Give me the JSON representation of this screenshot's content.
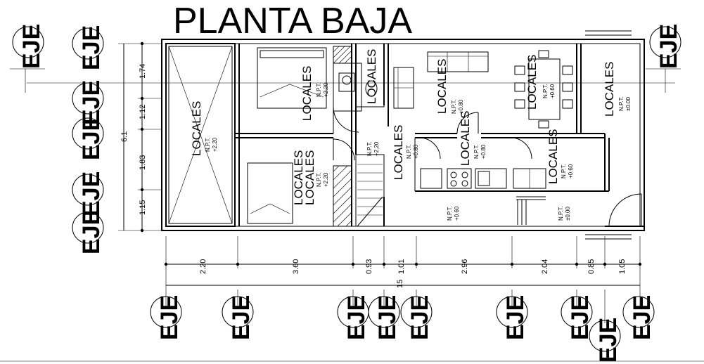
{
  "title": "PLANTA BAJA",
  "axis_label": "EJE",
  "room_label": "LOCALES",
  "npt_label": "N.P.T.",
  "levels": {
    "l220": "+2.20",
    "l080": "+0.80",
    "l060": "+0.60",
    "l000": "±0.00"
  },
  "dimensions_horizontal": [
    "2.20",
    "3.60",
    "0.93",
    "1.01",
    "2.96",
    "2.04",
    "0.85",
    "1.05"
  ],
  "dimension_total_horizontal": "15",
  "dimensions_vertical": [
    "1.74",
    "1.12",
    "1.83",
    "1.15"
  ],
  "dimension_total_vertical": "6.1",
  "colors": {
    "line": "#000000",
    "background": "#ffffff"
  }
}
